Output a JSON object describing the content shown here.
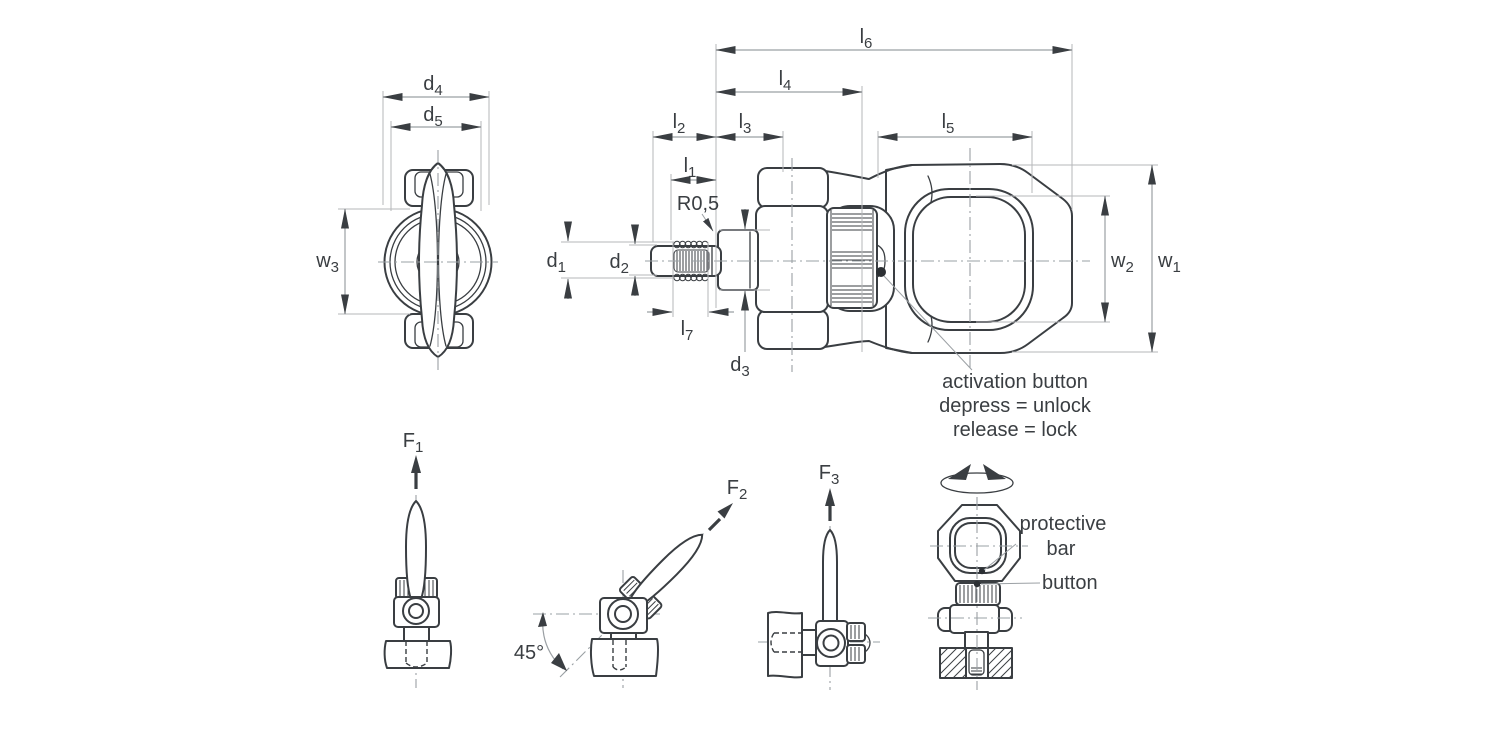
{
  "colors": {
    "background": "#ffffff",
    "line": "#3a3e42",
    "text": "#3a3e42",
    "dim_line": "#9ba0a4",
    "extension_line": "#b5b7ba",
    "centerline": "#9aa0a4",
    "activation_dot": "#2b2f33"
  },
  "dimension_labels": {
    "d4": {
      "base": "d",
      "sub": "4"
    },
    "d5": {
      "base": "d",
      "sub": "5"
    },
    "w3": {
      "base": "w",
      "sub": "3"
    },
    "l1": {
      "base": "l",
      "sub": "1"
    },
    "l2": {
      "base": "l",
      "sub": "2"
    },
    "l3": {
      "base": "l",
      "sub": "3"
    },
    "l4": {
      "base": "l",
      "sub": "4"
    },
    "l5": {
      "base": "l",
      "sub": "5"
    },
    "l6": {
      "base": "l",
      "sub": "6"
    },
    "l7": {
      "base": "l",
      "sub": "7"
    },
    "d1": {
      "base": "d",
      "sub": "1"
    },
    "d2": {
      "base": "d",
      "sub": "2"
    },
    "d3": {
      "base": "d",
      "sub": "3"
    },
    "w2": {
      "base": "w",
      "sub": "2"
    },
    "w1": {
      "base": "w",
      "sub": "1"
    }
  },
  "force_labels": {
    "f1": {
      "base": "F",
      "sub": "1"
    },
    "f2": {
      "base": "F",
      "sub": "2"
    },
    "f3": {
      "base": "F",
      "sub": "3"
    }
  },
  "annotations": {
    "fillet_radius": "R0,5",
    "angle": "45°",
    "activation_note_line1": "activation button",
    "activation_note_line2": "depress = unlock",
    "activation_note_line3": "release = lock",
    "protective_bar_line1": "protective",
    "protective_bar_line2": "bar",
    "button_label": "button"
  }
}
